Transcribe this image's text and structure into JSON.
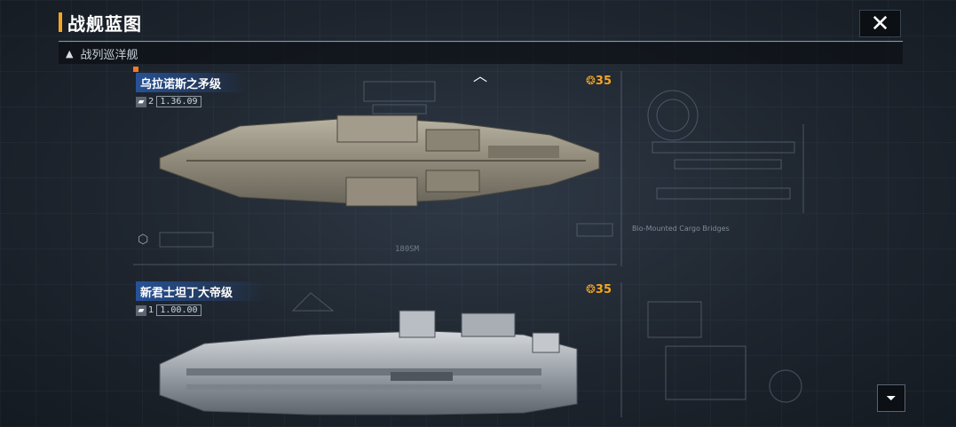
{
  "header": {
    "title": "战舰蓝图",
    "close_icon": "close-icon"
  },
  "category": {
    "label": "战列巡洋舰",
    "icon": "ship-class-icon"
  },
  "ships": [
    {
      "name": "乌拉诺斯之矛级",
      "tier": "2",
      "version": "1.36.09",
      "cost": "35"
    },
    {
      "name": "新君士坦丁大帝级",
      "tier": "1",
      "version": "1.00.00",
      "cost": "35"
    }
  ],
  "blueprint": {
    "scale_label": "180SM",
    "caption": "Bio-Mounted Cargo Bridges"
  },
  "filter": {
    "icon": "filter-icon"
  },
  "colors": {
    "accent": "#f4a623",
    "name_bar": "#285aaa",
    "corner": "#f47a23"
  }
}
